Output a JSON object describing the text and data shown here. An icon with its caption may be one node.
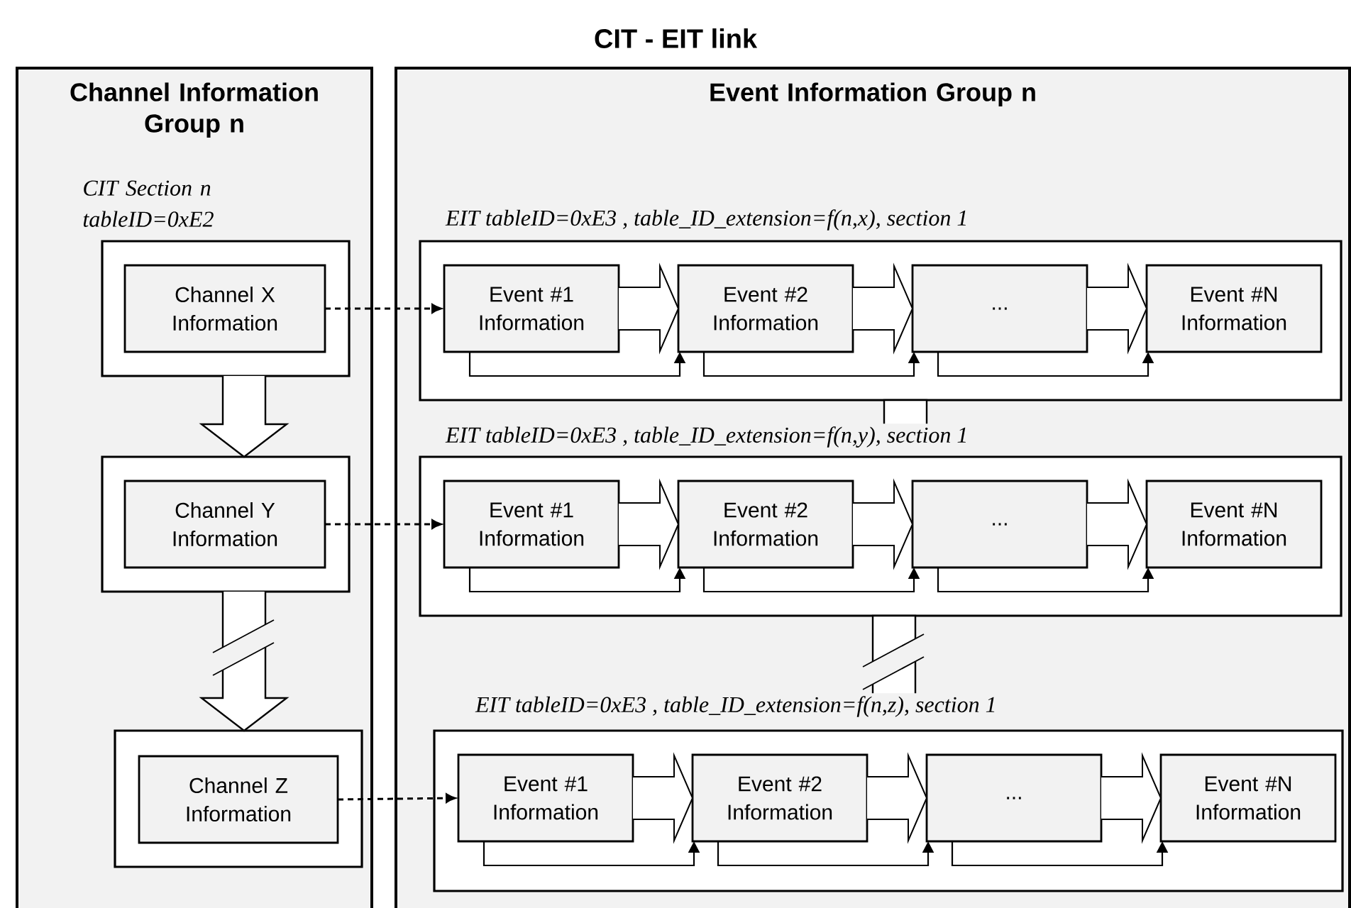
{
  "diagram": {
    "title": "CIT - EIT link",
    "nodes": [
      {
        "text": [
          "Channel Information Group n"
        ]
      },
      {
        "text": [],
        "shape": "box",
        "in": 0
      },
      {
        "text": [
          "Channel X Information"
        ],
        "in": 1
      },
      {
        "text": [],
        "shape": "box",
        "in": 0
      },
      {
        "text": [
          "Channel Y Information"
        ],
        "in": 3
      },
      {
        "text": [],
        "shape": "box",
        "in": 0
      },
      {
        "text": [
          "Channel Z Information"
        ],
        "in": 5
      },
      {
        "text": [
          "Event Information Group n"
        ]
      },
      {
        "text": [
          "EIT tableID=0xE3 , table_ID_extension=f(n,x), section 1"
        ],
        "in": 7
      },
      {
        "text": [
          "Event #1 Information"
        ],
        "in": 8
      },
      {
        "text": [
          "Event #2 Information"
        ],
        "in": 8
      },
      {
        "text": [
          "..."
        ],
        "in": 8
      },
      {
        "text": [
          "Event #N Information"
        ],
        "in": 8
      },
      {
        "text": [
          "EIT tableID=0xE3 , table_ID_extension=f(n,y), section 1"
        ],
        "in": 7
      },
      {
        "text": [
          "Event #1 Information"
        ],
        "in": 13
      },
      {
        "text": [
          "Event #2 Information"
        ],
        "in": 13
      },
      {
        "text": [
          "..."
        ],
        "in": 13
      },
      {
        "text": [
          "Event #N Information"
        ],
        "in": 13
      },
      {
        "text": [
          "EIT tableID=0xE3 , table_ID_extension=f(n,z), section 1"
        ],
        "in": 7
      },
      {
        "text": [
          "Event #1 Information"
        ],
        "in": 18
      },
      {
        "text": [
          "Event #2 Information"
        ],
        "in": 18
      },
      {
        "text": [
          "..."
        ],
        "in": 18
      },
      {
        "text": [
          "Event #N Information"
        ],
        "in": 18
      }
    ],
    "edges": [
      {
        "from": 1,
        "to": 3,
        "arrow": "to"
      },
      {
        "from": 3,
        "to": 5,
        "arrow": "to"
      },
      {
        "from": 2,
        "to": 9,
        "arrow": "to",
        "style": "dashed"
      },
      {
        "from": 4,
        "to": 14,
        "arrow": "to",
        "style": "dashed"
      },
      {
        "from": 6,
        "to": 19,
        "arrow": "to",
        "style": "dashed"
      },
      {
        "from": 9,
        "to": 10,
        "arrow": "to"
      },
      {
        "from": 9,
        "to": 10,
        "arrow": "to"
      },
      {
        "from": 10,
        "to": 11,
        "arrow": "to"
      },
      {
        "from": 10,
        "to": 11,
        "arrow": "to"
      },
      {
        "from": 11,
        "to": 12,
        "arrow": "to"
      },
      {
        "from": 11,
        "to": 12,
        "arrow": "to"
      },
      {
        "from": 14,
        "to": 15,
        "arrow": "to"
      },
      {
        "from": 14,
        "to": 15,
        "arrow": "to"
      },
      {
        "from": 15,
        "to": 16,
        "arrow": "to"
      },
      {
        "from": 15,
        "to": 16,
        "arrow": "to"
      },
      {
        "from": 16,
        "to": 17,
        "arrow": "to"
      },
      {
        "from": 16,
        "to": 17,
        "arrow": "to"
      },
      {
        "from": 19,
        "to": 20,
        "arrow": "to"
      },
      {
        "from": 19,
        "to": 20,
        "arrow": "to"
      },
      {
        "from": 20,
        "to": 21,
        "arrow": "to"
      },
      {
        "from": 20,
        "to": 21,
        "arrow": "to"
      },
      {
        "from": 21,
        "to": 22,
        "arrow": "to"
      },
      {
        "from": 21,
        "to": 22,
        "arrow": "to"
      },
      {
        "from": 8,
        "to": 13,
        "arrow": "none"
      },
      {
        "from": 13,
        "to": 18,
        "arrow": "none"
      }
    ],
    "labels": [
      "CIT Section n tableID=0xE2"
    ]
  }
}
